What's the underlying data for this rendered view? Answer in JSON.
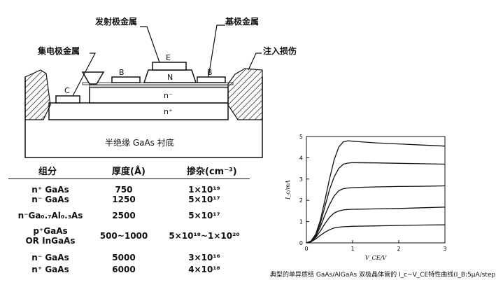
{
  "cross_section": {
    "labels": {
      "emitter_metal": "发射极金属",
      "base_metal": "基极金属",
      "collector_metal": "集电极金属",
      "implant_damage": "注入损伤",
      "e": "E",
      "b_left": "B",
      "b_right": "B",
      "n_emitter": "N",
      "c": "C",
      "n_minus": "n⁻",
      "n_plus": "n⁺",
      "substrate": "半绝缘 GaAs 衬底"
    }
  },
  "layer_table": {
    "headers": [
      "组分",
      "厚度(Å)",
      "掺杂(cm⁻³)"
    ],
    "rows": [
      {
        "comp": "n⁺ GaAs",
        "thick": "750",
        "dop": "1×10¹⁹"
      },
      {
        "comp": "n⁻ GaAs",
        "thick": "1250",
        "dop": "5×10¹⁷"
      },
      {
        "comp": "n⁻Ga₀.₇Al₀.₃As",
        "thick": "2500",
        "dop": "5×10¹⁷"
      },
      {
        "comp": "p⁺GaAs",
        "comp2": "OR InGaAs",
        "thick": "500~1000",
        "dop": "5×10¹⁸~1×10²⁰"
      },
      {
        "comp": "n⁻ GaAs",
        "thick": "5000",
        "dop": "3×10¹⁶"
      },
      {
        "comp": "n⁺ GaAs",
        "thick": "6000",
        "dop": "4×10¹⁸"
      }
    ]
  },
  "chart_data": {
    "type": "line",
    "xlabel": "V_CE/V",
    "ylabel": "I_c/mA",
    "xlim": [
      0,
      3
    ],
    "ylim": [
      0,
      5
    ],
    "x_ticks": [
      "0",
      "1",
      "2",
      "3"
    ],
    "y_ticks": [
      "0",
      "1",
      "2",
      "3",
      "4",
      "5"
    ],
    "caption": "典型的单异质结 GaAs/AlGaAs 双极晶体管的 I_c~V_CE特性曲线(I_B:5μA/step)",
    "series": [
      {
        "x": [
          0,
          0.1,
          0.2,
          0.3,
          0.4,
          0.5,
          0.6,
          0.7,
          0.8,
          0.9,
          1.0,
          1.5,
          2.0,
          2.5,
          3.0
        ],
        "y": [
          0,
          0.05,
          0.18,
          0.35,
          0.5,
          0.62,
          0.7,
          0.74,
          0.76,
          0.77,
          0.78,
          0.8,
          0.82,
          0.84,
          0.85
        ]
      },
      {
        "x": [
          0,
          0.1,
          0.2,
          0.3,
          0.4,
          0.5,
          0.6,
          0.7,
          0.8,
          0.9,
          1.0,
          1.5,
          2.0,
          2.5,
          3.0
        ],
        "y": [
          0,
          0.06,
          0.25,
          0.55,
          0.9,
          1.2,
          1.4,
          1.5,
          1.55,
          1.57,
          1.58,
          1.6,
          1.62,
          1.65,
          1.68
        ]
      },
      {
        "x": [
          0,
          0.1,
          0.2,
          0.3,
          0.4,
          0.5,
          0.6,
          0.7,
          0.8,
          0.9,
          1.0,
          1.5,
          2.0,
          2.5,
          3.0
        ],
        "y": [
          0,
          0.07,
          0.3,
          0.75,
          1.3,
          1.8,
          2.2,
          2.45,
          2.55,
          2.58,
          2.6,
          2.63,
          2.65,
          2.66,
          2.68
        ]
      },
      {
        "x": [
          0,
          0.1,
          0.2,
          0.3,
          0.4,
          0.5,
          0.6,
          0.7,
          0.8,
          0.9,
          1.0,
          1.5,
          2.0,
          2.5,
          3.0
        ],
        "y": [
          0,
          0.08,
          0.35,
          0.9,
          1.7,
          2.5,
          3.1,
          3.5,
          3.7,
          3.75,
          3.77,
          3.76,
          3.74,
          3.72,
          3.7
        ]
      },
      {
        "x": [
          0,
          0.1,
          0.2,
          0.3,
          0.4,
          0.5,
          0.6,
          0.7,
          0.8,
          0.9,
          1.0,
          1.5,
          2.0,
          2.5,
          3.0
        ],
        "y": [
          0,
          0.09,
          0.4,
          1.05,
          2.0,
          3.0,
          3.9,
          4.5,
          4.75,
          4.8,
          4.78,
          4.7,
          4.65,
          4.6,
          4.55
        ]
      }
    ]
  }
}
